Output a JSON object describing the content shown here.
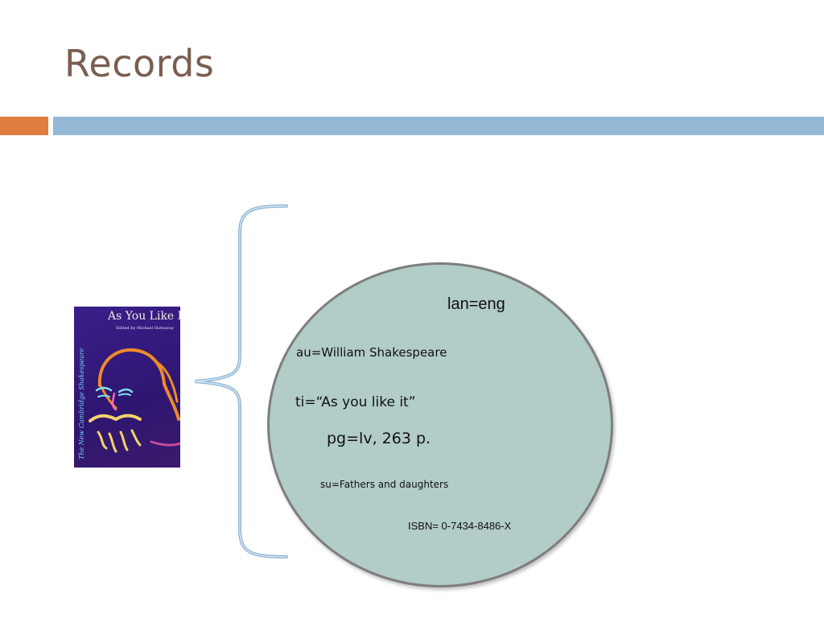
{
  "slide": {
    "title": "Records"
  },
  "book_cover": {
    "title": "As You Like It",
    "subtitle": "Edited by Michael Hattaway",
    "spine_text": "The New Cambridge Shakespeare"
  },
  "record": {
    "lan": "lan=eng",
    "au": "au=William Shakespeare",
    "ti": "ti=“As you like it”",
    "pg": "pg=lv, 263 p.",
    "su": "su=Fathers and daughters",
    "isbn": "ISBN= 0-7434-8486-X"
  },
  "colors": {
    "title": "#7a5e52",
    "accent_orange": "#e07c3e",
    "accent_blue": "#95b8d6",
    "circle_fill": "#b2ccc7",
    "circle_border": "#7e7e7e",
    "bracket": "#8fb4d4"
  }
}
